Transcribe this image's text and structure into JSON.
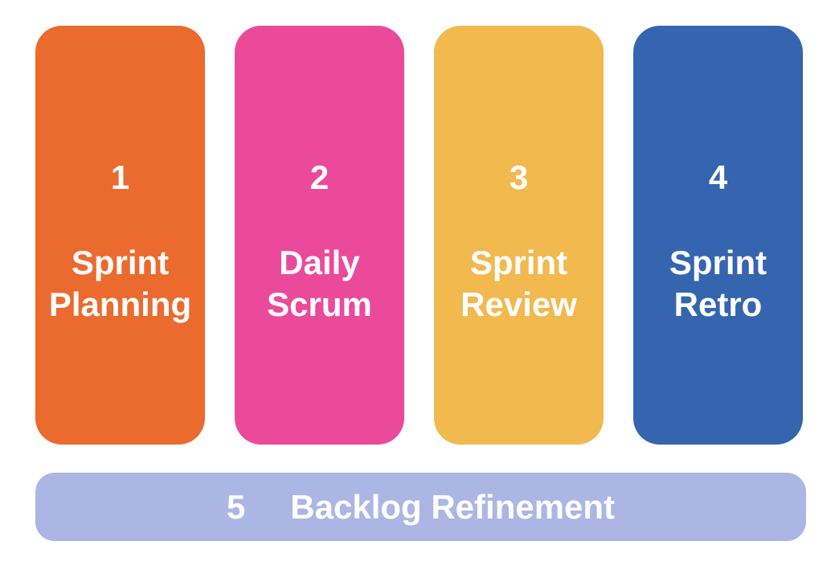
{
  "diagram": {
    "type": "scrum-events-pillars",
    "colors": {
      "background": "#ffffff",
      "text": "#ffffff",
      "pillar_1": "#EB6A2E",
      "pillar_2": "#EB4A9B",
      "pillar_3": "#F1B94E",
      "pillar_4": "#3465AE",
      "bottom_bar": "#ABB6E4"
    },
    "pillars": [
      {
        "number": "1",
        "label": "Sprint\nPlanning",
        "color": "#EB6A2E"
      },
      {
        "number": "2",
        "label": "Daily\nScrum",
        "color": "#EB4A9B"
      },
      {
        "number": "3",
        "label": "Sprint\nReview",
        "color": "#F1B94E"
      },
      {
        "number": "4",
        "label": "Sprint\nRetro",
        "color": "#3465AE"
      }
    ],
    "bottom_bar": {
      "number": "5",
      "label": "Backlog Refinement",
      "color": "#ABB6E4"
    }
  }
}
